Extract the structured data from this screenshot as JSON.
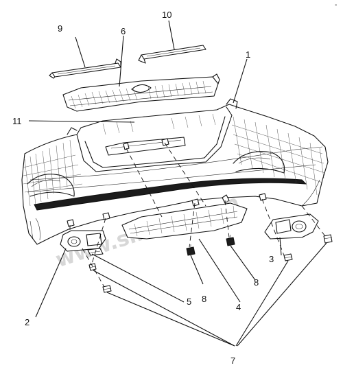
{
  "callouts": {
    "c1": "1",
    "c2": "2",
    "c3": "3",
    "c4": "4",
    "c5": "5",
    "c6": "6",
    "c7": "7",
    "c8a": "8",
    "c8b": "8",
    "c9": "9",
    "c10": "10",
    "c11": "11"
  },
  "watermark": "www.simon.oo.n",
  "corner_mark": "-"
}
